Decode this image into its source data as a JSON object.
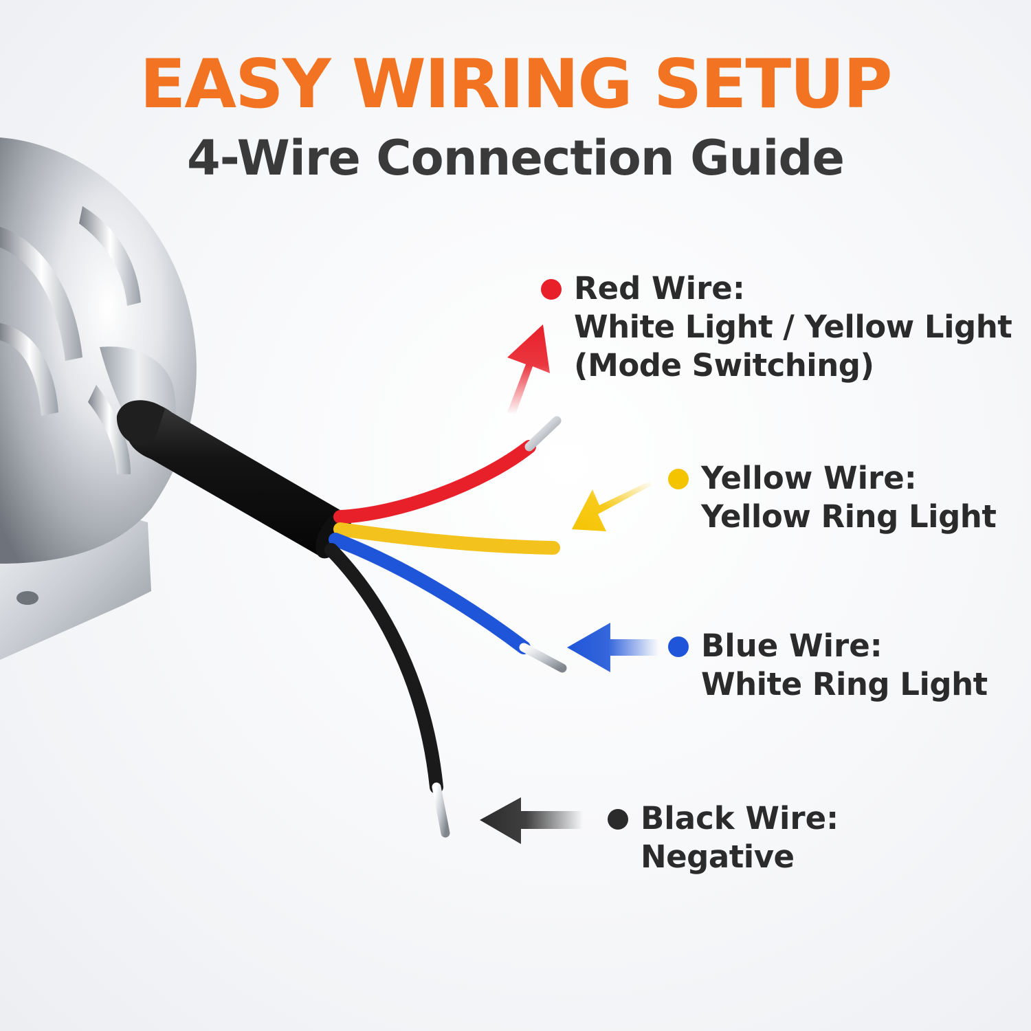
{
  "header": {
    "title": "EASY WIRING SETUP",
    "subtitle": "4-Wire Connection Guide"
  },
  "colors": {
    "title": "#f27422",
    "subtitle": "#3a3a3a",
    "red": "#e8202a",
    "yellow": "#f5c400",
    "blue": "#1f55d8",
    "black": "#2b2b2b"
  },
  "icons": {
    "housing": "chrome-lamp-housing-icon",
    "cable": "black-cable-icon",
    "arrow": "arrow-icon",
    "bullet": "dot-icon"
  },
  "wires": [
    {
      "title": "Red Wire:",
      "lines": [
        "White Light / Yellow Light",
        "(Mode Switching)"
      ]
    },
    {
      "title": "Yellow Wire:",
      "lines": [
        "Yellow Ring Light"
      ]
    },
    {
      "title": "Blue Wire:",
      "lines": [
        "White Ring Light"
      ]
    },
    {
      "title": "Black Wire:",
      "lines": [
        "Negative"
      ]
    }
  ]
}
